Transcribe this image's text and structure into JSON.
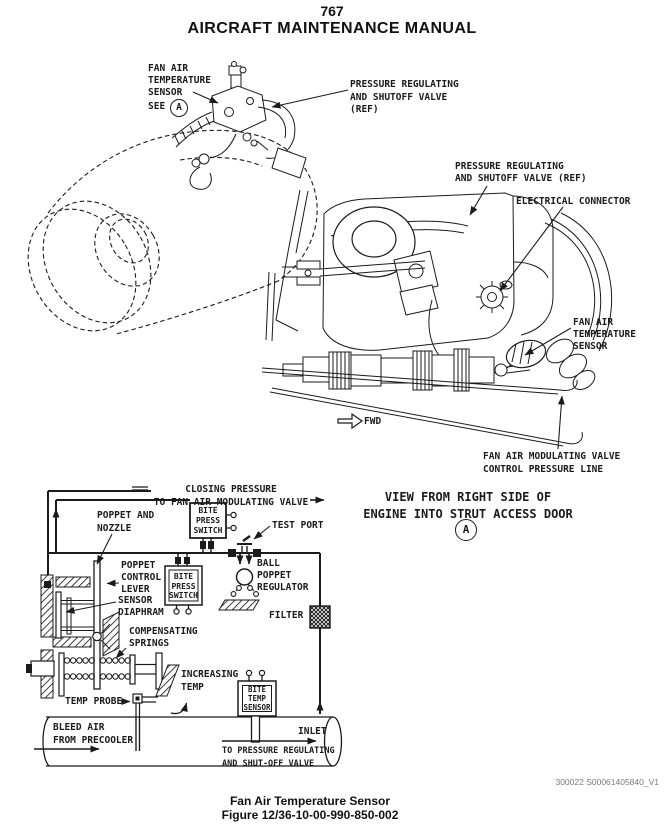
{
  "page": {
    "number": "767",
    "title": "AIRCRAFT MAINTENANCE MANUAL",
    "footer_code": "300022 S00061405840_V1",
    "caption_title": "Fan Air Temperature Sensor",
    "caption_figure": "Figure 12/36-10-00-990-850-002"
  },
  "detail_marker": "A",
  "overview": {
    "labels": {
      "sensor": "FAN AIR\nTEMPERATURE\nSENSOR",
      "see": "SEE",
      "prsov": "PRESSURE REGULATING\nAND SHUTOFF VALVE\n(REF)"
    }
  },
  "detail": {
    "labels": {
      "prsov": "PRESSURE REGULATING\nAND SHUTOFF VALVE (REF)",
      "electrical_connector": "ELECTRICAL CONNECTOR",
      "sensor": "FAN AIR\nTEMPERATURE\nSENSOR",
      "fwd": "FWD",
      "control_line": "FAN AIR MODULATING VALVE\nCONTROL PRESSURE LINE",
      "view_caption": "VIEW FROM RIGHT SIDE OF\nENGINE INTO STRUT ACCESS DOOR"
    }
  },
  "schematic": {
    "labels": {
      "closing_pressure": "CLOSING PRESSURE\nTO FAN AIR MODULATING VALVE",
      "poppet_nozzle": "POPPET AND\nNOZZLE",
      "bite_press_switch": "BITE\nPRESS\nSWITCH",
      "test_port": "TEST PORT",
      "poppet_control_lever": "POPPET\nCONTROL\nLEVER",
      "sensor_diaphram": "SENSOR\nDIAPHRAM",
      "ball_poppet_regulator": "BALL\nPOPPET\nREGULATOR",
      "filter": "FILTER",
      "compensating_springs": "COMPENSATING\nSPRINGS",
      "increasing_temp": "INCREASING\nTEMP",
      "temp_probe": "TEMP PROBE",
      "bite_temp_sensor": "BITE\nTEMP\nSENSOR",
      "bleed_air": "BLEED AIR\nFROM PRECOOLER",
      "inlet": "INLET",
      "to_prsov": "TO PRESSURE REGULATING\nAND SHUT-OFF VALVE"
    }
  },
  "colors": {
    "ink": "#1b1b1b",
    "paper": "#ffffff",
    "muted": "#7a7a7a"
  }
}
